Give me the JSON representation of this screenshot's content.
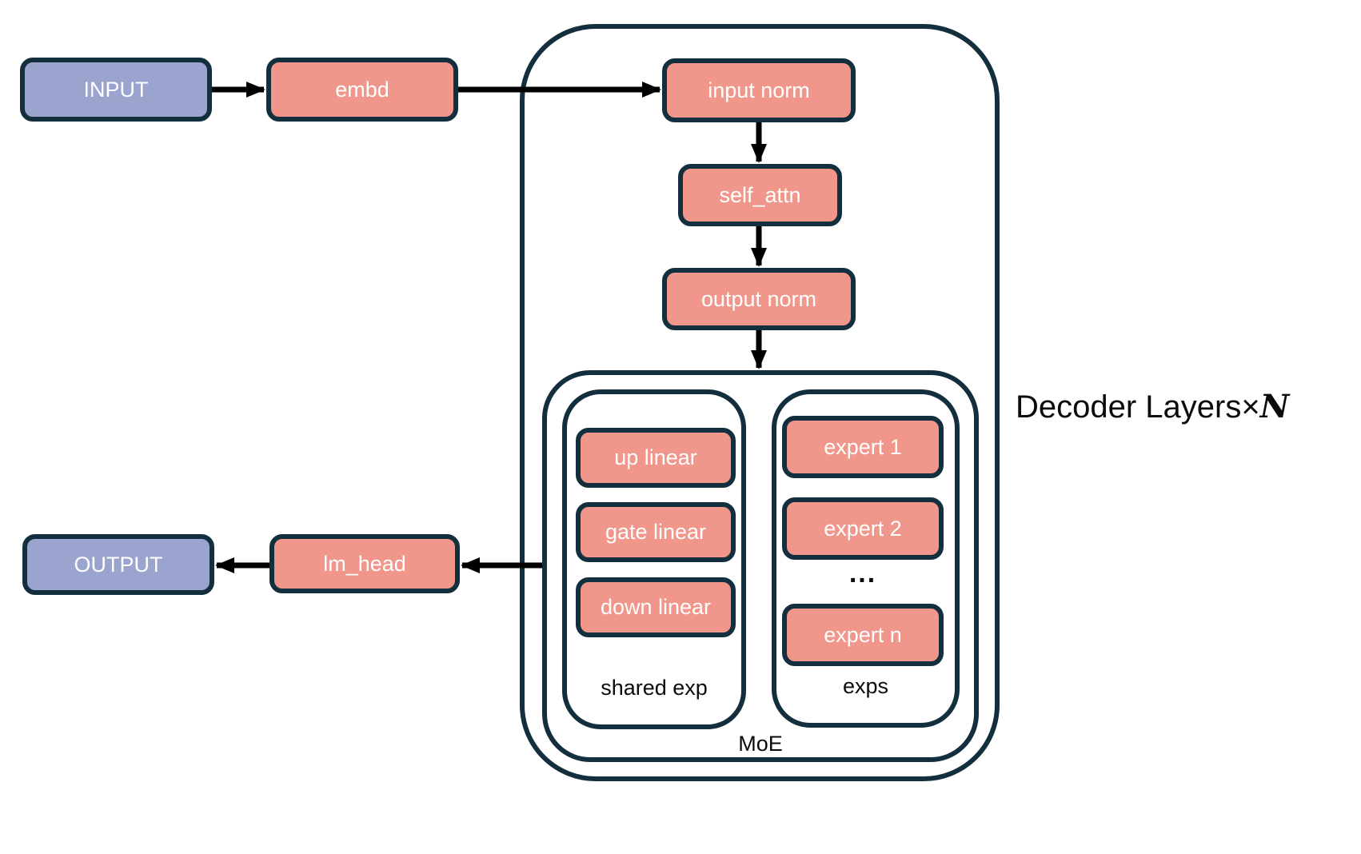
{
  "diagram": {
    "nodes": {
      "input": "INPUT",
      "embd": "embd",
      "input_norm": "input norm",
      "self_attn": "self_attn",
      "output_norm": "output norm",
      "up_linear": "up linear",
      "gate_linear": "gate linear",
      "down_linear": "down linear",
      "expert_1": "expert 1",
      "expert_2": "expert 2",
      "ellipsis": "...",
      "expert_n": "expert n",
      "lm_head": "lm_head",
      "output": "OUTPUT"
    },
    "labels": {
      "shared_exp": "shared exp",
      "exps": "exps",
      "moe": "MoE",
      "decoder_layers": "Decoder Layers",
      "times_symbol": "×",
      "layer_count": "N"
    },
    "colors": {
      "io_fill": "#9ba3cf",
      "module_fill": "#f0968b",
      "border": "#132f3d",
      "arrow": "#000000",
      "text_light": "#ffffff",
      "text_dark": "#0b0b0b",
      "background": "#ffffff"
    }
  }
}
